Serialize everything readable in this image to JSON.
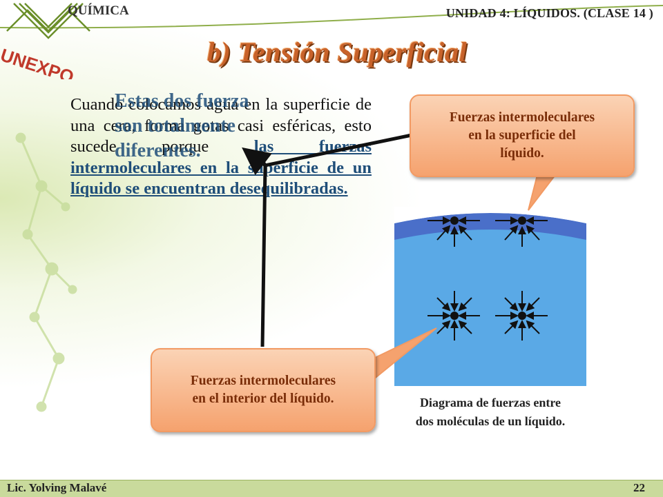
{
  "header": {
    "subject": "QUÍMICA",
    "unit": "UNIDAD 4: LÍQUIDOS. (CLASE 14 )",
    "logo_text": "UNEXPO"
  },
  "slide": {
    "title": "b) Tensión Superficial",
    "paragraph_plain": "Cuando colocamos agua en la superficie de una cera, forma gotas casi esféricas, esto sucede porque ",
    "paragraph_underlined": "las fuerzas intermoleculares en la superficie de un líquido se encuentran desequilibradas.",
    "overlay_text": "Estas dos fuerza son totalmente diferentes.",
    "callout_top": "Fuerzas intermoleculares\nen la superficie del\nlíquido.",
    "callout_bottom": "Fuerzas intermoleculares\nen el interior  del líquido.",
    "diagram_caption": "Diagrama de fuerzas entre\ndos moléculas de un líquido."
  },
  "footer": {
    "author": "Lic. Yolving Malavé",
    "page_number": "22"
  },
  "colors": {
    "title": "#c8622a",
    "highlight_text": "#1f4e79",
    "liquid": "#5aa9e6",
    "surface": "#4a7bd0",
    "callout_fill": "#f5a26e",
    "footer_bar": "#c9da9c"
  }
}
